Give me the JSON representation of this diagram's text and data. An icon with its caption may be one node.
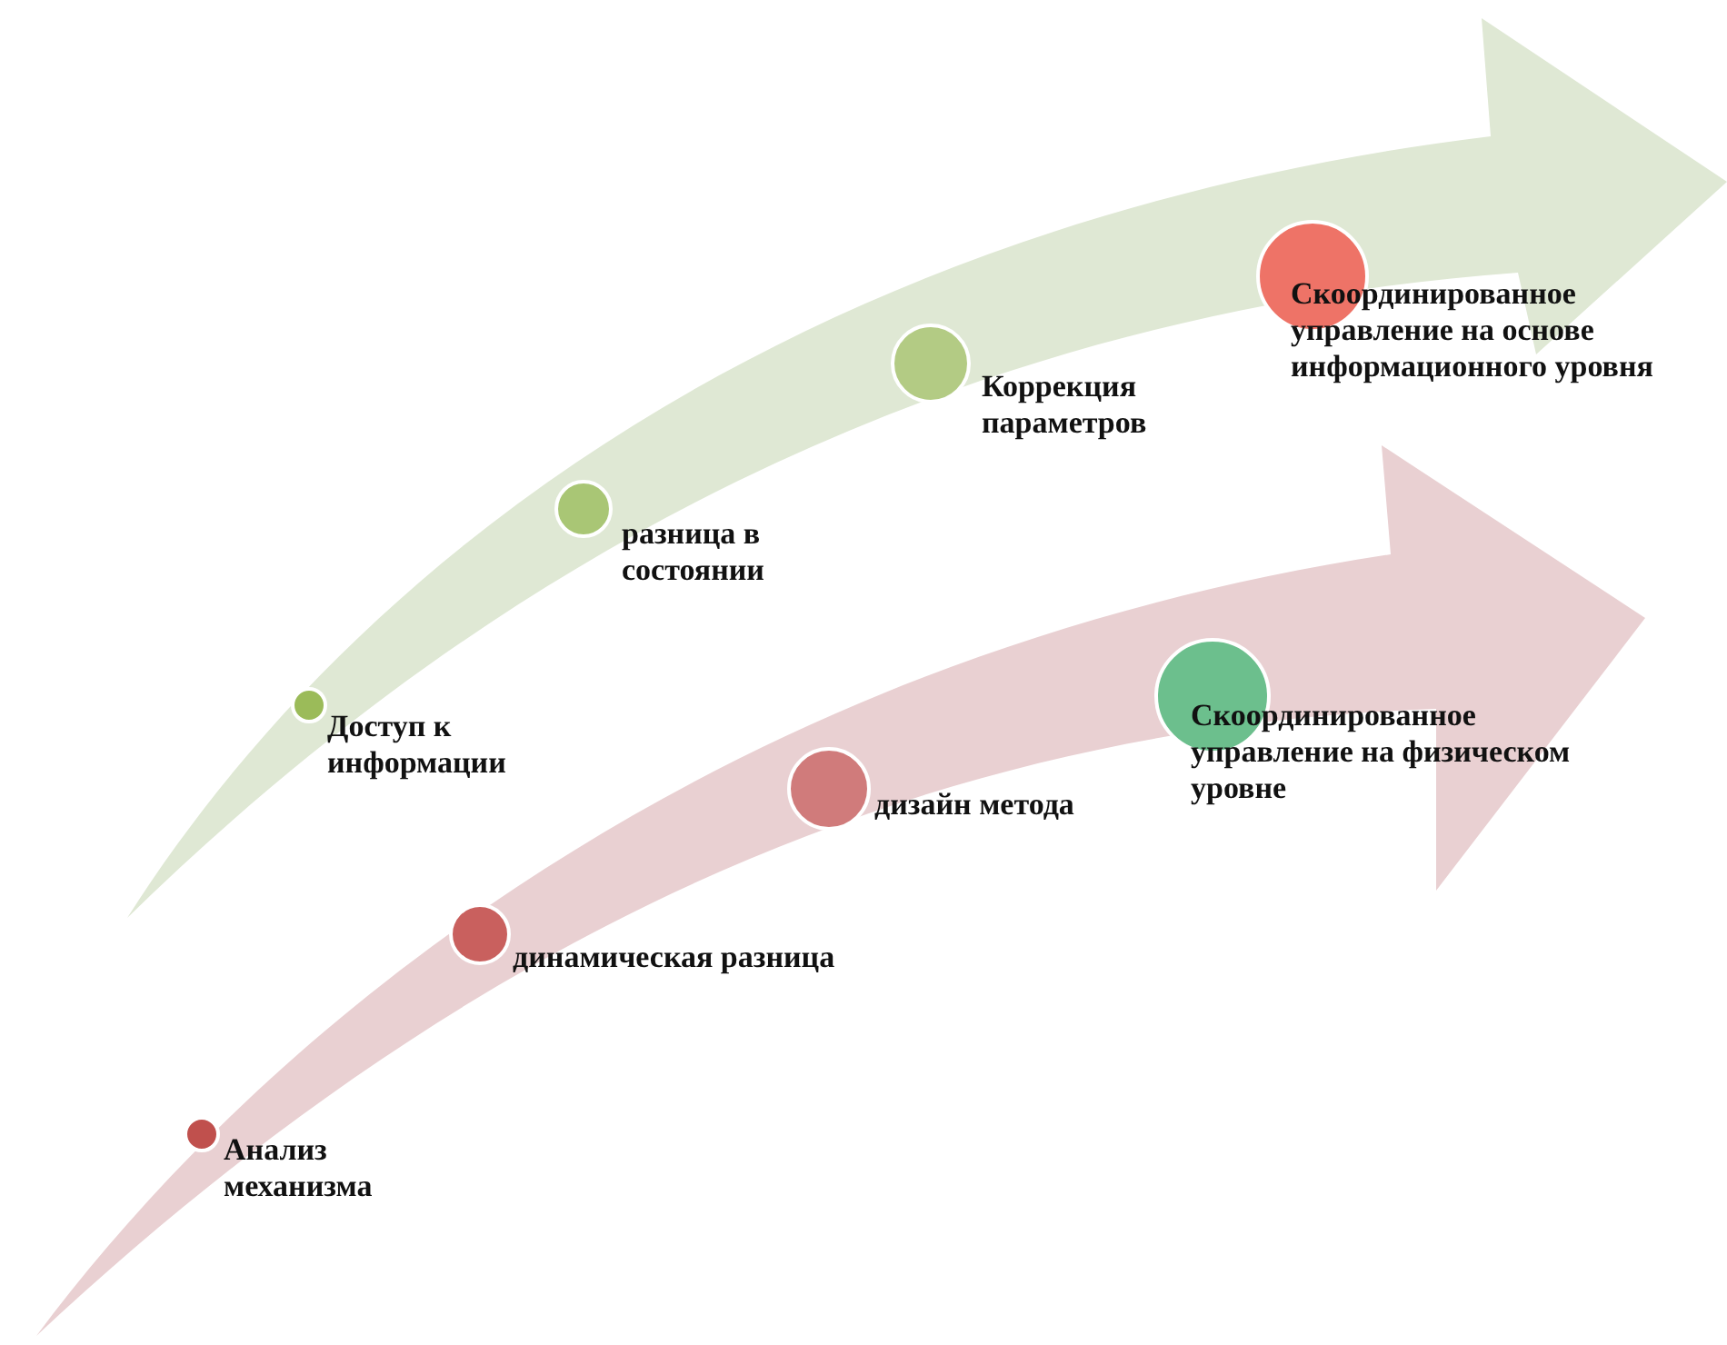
{
  "diagram": {
    "nodes": [
      {
        "text": [
          "Доступ к информации"
        ]
      },
      {
        "text": [
          "разница в состоянии"
        ]
      },
      {
        "text": [
          "Коррекция параметров"
        ]
      },
      {
        "text": [
          "Скоординированное управление на основе информационного уровня"
        ]
      },
      {
        "text": [
          "Анализ механизма"
        ]
      },
      {
        "text": [
          "динамическая разница"
        ]
      },
      {
        "text": [
          "дизайн метода"
        ]
      },
      {
        "text": [
          "Скоординированное управление на физическом уровне"
        ]
      }
    ]
  }
}
